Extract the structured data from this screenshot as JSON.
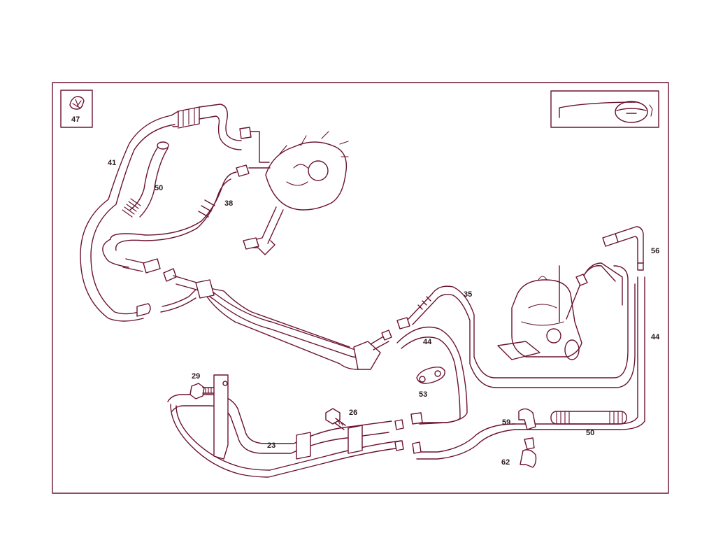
{
  "callouts": {
    "p47": "47",
    "p41": "41",
    "p50_top": "50",
    "p38": "38",
    "p56": "56",
    "p35": "35",
    "p44_mid": "44",
    "p44_right": "44",
    "p29": "29",
    "p26": "26",
    "p53": "53",
    "p23": "23",
    "p59": "59",
    "p50_bottom": "50",
    "p62": "62"
  },
  "icons": {
    "inset_left": "clamp-icon",
    "inset_right": "steering-wheel-icon"
  },
  "colors": {
    "line": "#6b1230",
    "text": "#2a1a22",
    "background": "#ffffff"
  }
}
